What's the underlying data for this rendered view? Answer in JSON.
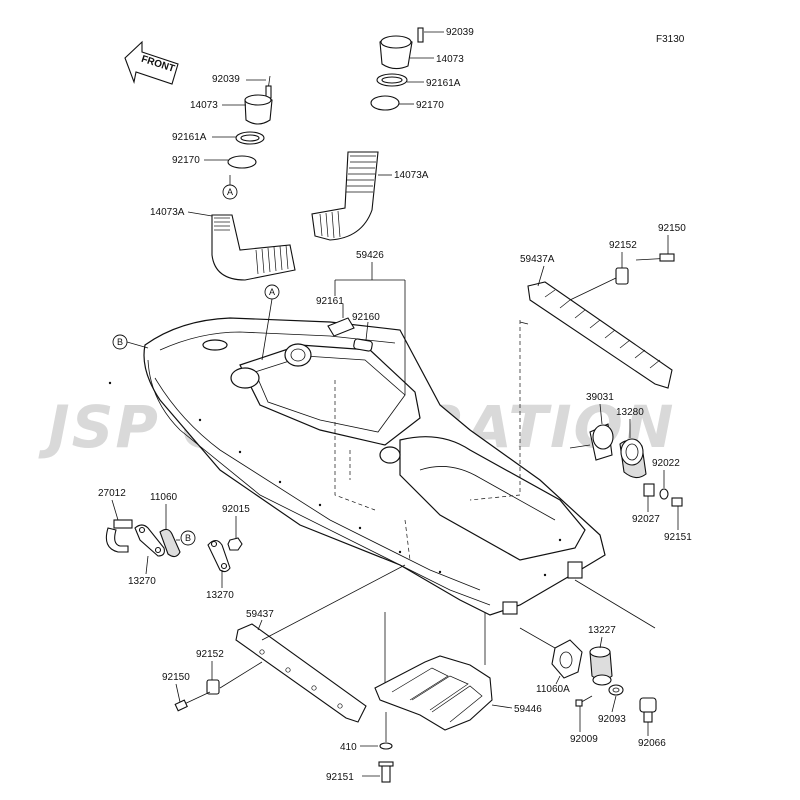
{
  "diagram_code": "F3130",
  "front_label": "FRONT",
  "watermark": "JSP CORPORATION",
  "callout_markers": {
    "a": "A",
    "b": "B"
  },
  "parts": {
    "p92039_left": "92039",
    "p14073_left": "14073",
    "p92161A_left": "92161A",
    "p92170_left": "92170",
    "p14073A_left": "14073A",
    "p92039_right": "92039",
    "p14073_right": "14073",
    "p92161A_right": "92161A",
    "p92170_right": "92170",
    "p14073A_right": "14073A",
    "p59426": "59426",
    "p92161": "92161",
    "p92160": "92160",
    "p59437A": "59437A",
    "p92152_top": "92152",
    "p92150_top": "92150",
    "p39031": "39031",
    "p13280": "13280",
    "p92022": "92022",
    "p92027": "92027",
    "p92151_right": "92151",
    "p27012": "27012",
    "p11060": "11060",
    "p92015": "92015",
    "p13270_left": "13270",
    "p13270_right": "13270",
    "p59437": "59437",
    "p92152_bottom": "92152",
    "p92150_bottom": "92150",
    "p59446": "59446",
    "p410": "410",
    "p92151_bottom": "92151",
    "p13227": "13227",
    "p11060A": "11060A",
    "p92093": "92093",
    "p92009": "92009",
    "p92066": "92066"
  }
}
